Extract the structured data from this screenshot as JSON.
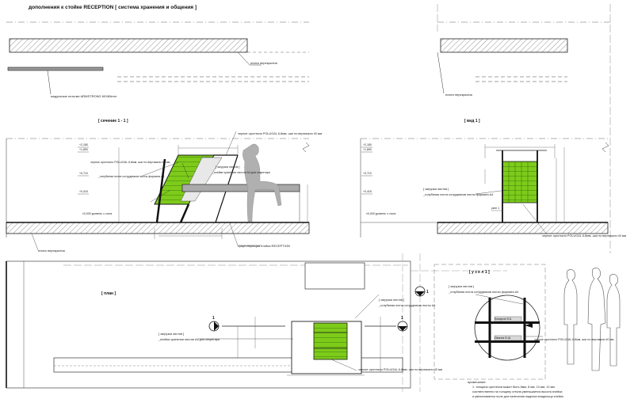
{
  "sheet": {
    "title": "дополнения к стойке RECEPTION [  система хранения и общения ]"
  },
  "labels": {
    "slab_top_left": "плита перекрытия",
    "armstrong": "модульные потолки ARMSTRONG 60Х60mm",
    "slab_top_right": "плита перекрытия",
    "section_title": "[       сечение  1 - 1       ]",
    "view_title": "[       вид  1       ]",
    "plan_title": "[         план         ]",
    "node_title": "[      у з е л  1      ]",
    "slab_bottom": "плита перекрытия",
    "existing_reception": "существующая стойка RECEPTION",
    "level_zero_left": "±0,000 уровень ч. пола",
    "level_zero_right": "±0,000 уровень ч. пола",
    "plexi_section": "черное оргстекло POLUGAL 6-8мм. шаг по вертикали 40 мм",
    "docs_load_section": "[ загрузка листов ]",
    "pigeonhole_section": "_ячейки хранения листов  А4 для секретаря",
    "mail_section": "_голубиная почта сотрудников листы формата А4",
    "docs_load_view": "[ загрузка листов ]",
    "mail_view": "_голубиная почта сотрудников листы формата А4",
    "plexi_view": "черное оргстекло POLUGAL 6-8мм. шаг по вертикали 40 мм",
    "docs_load_plan": "[ загрузка листов ]",
    "mail_plan": "_голубиная почта сотрудников листы А4",
    "pigeonhole_plan_load": "[ загрузка листов ]",
    "pigeonhole_plan": "_ячейки хранения листов  А4 для секретаря",
    "plexi_plan": "черное оргстекло POLUGAL 6-8мм. шаг по вертикали 40 мм",
    "docs_load_node": "[ загрузка листов ]",
    "mail_node": "_голубиная почта сотрудников листы формата А4",
    "plexi_node": "черное оргстекло POLUGAL 6-8мм. шаг по вертикали 40 мм",
    "name_1": "Комаров В.Б.",
    "name_2": "Иванов В.Ш.",
    "note_title": "примечание:",
    "note_1": "1.  толщина оргстекла может быть 6мм, 8 мм, 10 мм, 12 мм",
    "note_2": "соответственно на толщину стекла уменьшается высота ячейки;",
    "note_3": "и увеличивается поле для нанесения надписи владельца ячейки"
  },
  "levels": {
    "l1": "+2,180",
    "l2": "+1,890",
    "l3": "+0,710",
    "l4": "+0,415",
    "l5": "+0,710",
    "l6": "+2,180",
    "l7": "+1,890",
    "l8": "+0,415"
  },
  "marks": {
    "section_num": "1",
    "node_num": "1",
    "view_num": "1",
    "node_marker": "узел 1"
  },
  "colors": {
    "accent_green": "#7ecb1a",
    "dark_green": "#3a7f10"
  }
}
